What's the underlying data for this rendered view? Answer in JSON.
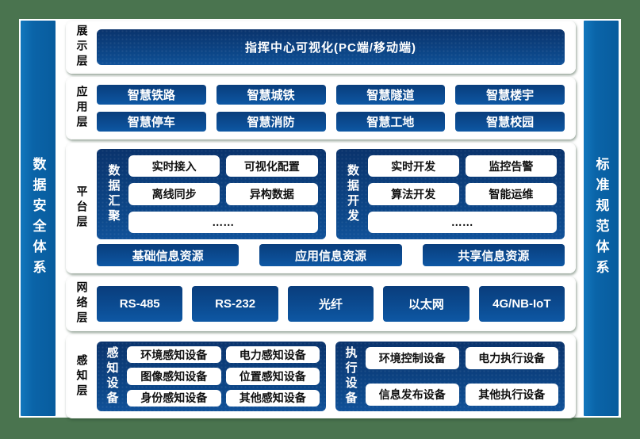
{
  "colors": {
    "frame_green": "#4a744f",
    "panel_blue": "#aed6f2",
    "navy": "#0b4285",
    "sidebar_blue": "#0a64a8"
  },
  "sidebars": {
    "left_label": "数据安全体系",
    "right_label": "标准规范体系"
  },
  "display": {
    "label": "展示层",
    "box_label": "指挥中心可视化(PC端/移动端)"
  },
  "application": {
    "label": "应用层",
    "items": [
      "智慧铁路",
      "智慧城铁",
      "智慧隧道",
      "智慧楼宇",
      "智慧停车",
      "智慧消防",
      "智慧工地",
      "智慧校园"
    ]
  },
  "platform": {
    "label": "平台层",
    "groups": [
      {
        "label": "数据汇聚",
        "items": [
          "实时接入",
          "可视化配置",
          "离线同步",
          "异构数据"
        ],
        "more": "……"
      },
      {
        "label": "数据开发",
        "items": [
          "实时开发",
          "监控告警",
          "算法开发",
          "智能运维"
        ],
        "more": "……"
      }
    ],
    "resources": [
      "基础信息资源",
      "应用信息资源",
      "共享信息资源"
    ]
  },
  "network": {
    "label": "网络层",
    "items": [
      "RS-485",
      "RS-232",
      "光纤",
      "以太网",
      "4G/NB-IoT"
    ]
  },
  "perception": {
    "label": "感知层",
    "groups": [
      {
        "label": "感知设备",
        "items": [
          "环境感知设备",
          "电力感知设备",
          "图像感知设备",
          "位置感知设备",
          "身份感知设备",
          "其他感知设备"
        ]
      },
      {
        "label": "执行设备",
        "items": [
          "环境控制设备",
          "电力执行设备",
          "信息发布设备",
          "其他执行设备"
        ]
      }
    ]
  }
}
